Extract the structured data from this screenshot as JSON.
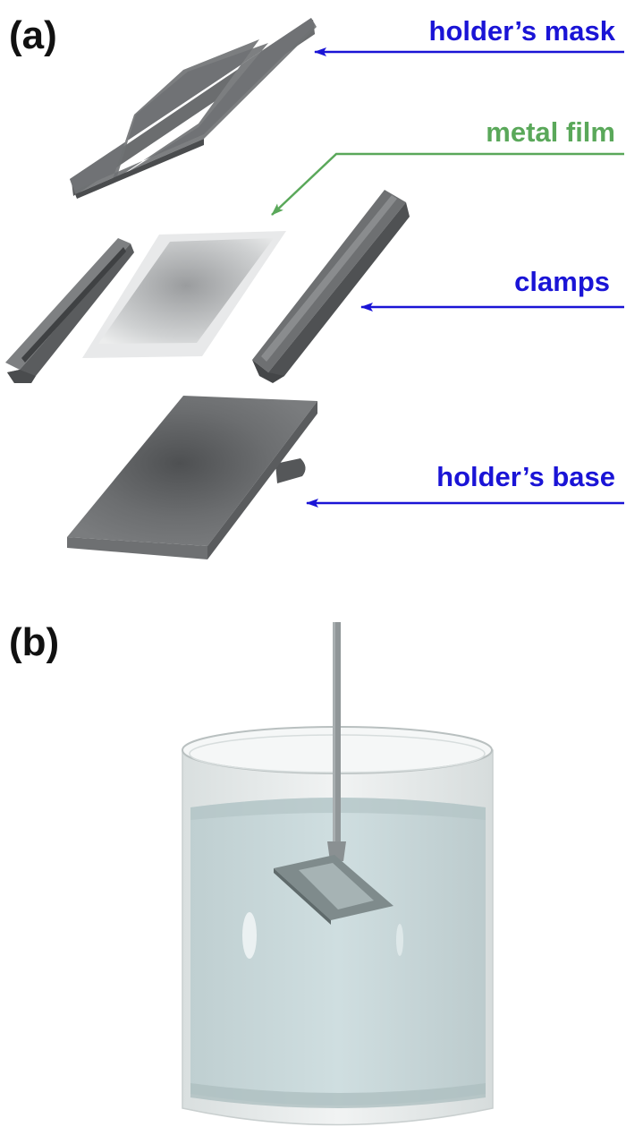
{
  "panels": {
    "a": {
      "label": "(a)"
    },
    "b": {
      "label": "(b)"
    }
  },
  "callouts": {
    "mask": "holder’s mask",
    "film": "metal film",
    "clamps": "clamps",
    "base": "holder’s base"
  },
  "colors": {
    "callout_blue": "#1a14d6",
    "callout_green": "#5aa85a",
    "metal_dark": "#5f6163",
    "metal_mid": "#747678",
    "metal_light": "#8a8c8e",
    "liquid": "#c9d9db",
    "glass": "#e6eaea"
  }
}
